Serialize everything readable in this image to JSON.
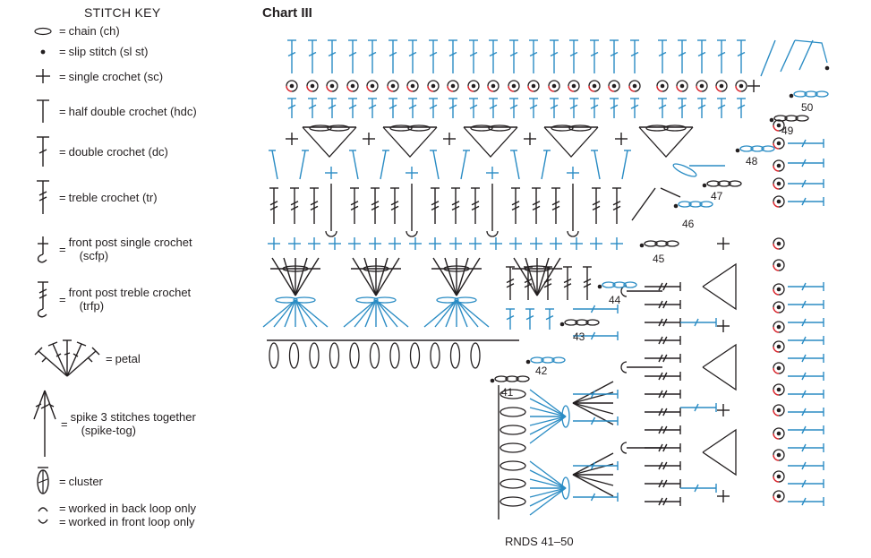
{
  "key": {
    "title": "STITCH KEY",
    "entries": [
      {
        "id": "chain",
        "label": "chain (ch)"
      },
      {
        "id": "slip-stitch",
        "label": "slip stitch (sl st)"
      },
      {
        "id": "single-crochet",
        "label": "single crochet (sc)"
      },
      {
        "id": "half-double-crochet",
        "label": "half double crochet (hdc)"
      },
      {
        "id": "double-crochet",
        "label": "double crochet (dc)"
      },
      {
        "id": "treble-crochet",
        "label": "treble crochet (tr)"
      },
      {
        "id": "front-post-single-crochet",
        "label": "front post single crochet",
        "label2": "(scfp)"
      },
      {
        "id": "front-post-treble-crochet",
        "label": "front post treble crochet",
        "label2": "(trfp)"
      },
      {
        "id": "petal",
        "label": "petal"
      },
      {
        "id": "spike-tog",
        "label": "spike 3 stitches together",
        "label2": "(spike-tog)"
      },
      {
        "id": "cluster",
        "label": "cluster"
      },
      {
        "id": "back-loop",
        "label": "worked in back loop only"
      },
      {
        "id": "front-loop",
        "label": "worked in front loop only"
      }
    ],
    "equals": "="
  },
  "chart": {
    "title": "Chart III",
    "caption": "RNDS 41–50",
    "round_labels": [
      "41",
      "42",
      "43",
      "44",
      "45",
      "46",
      "47",
      "48",
      "49",
      "50"
    ]
  },
  "colors": {
    "ink": "#231f20",
    "blue": "#2a8cc4",
    "red": "#d8282f"
  }
}
